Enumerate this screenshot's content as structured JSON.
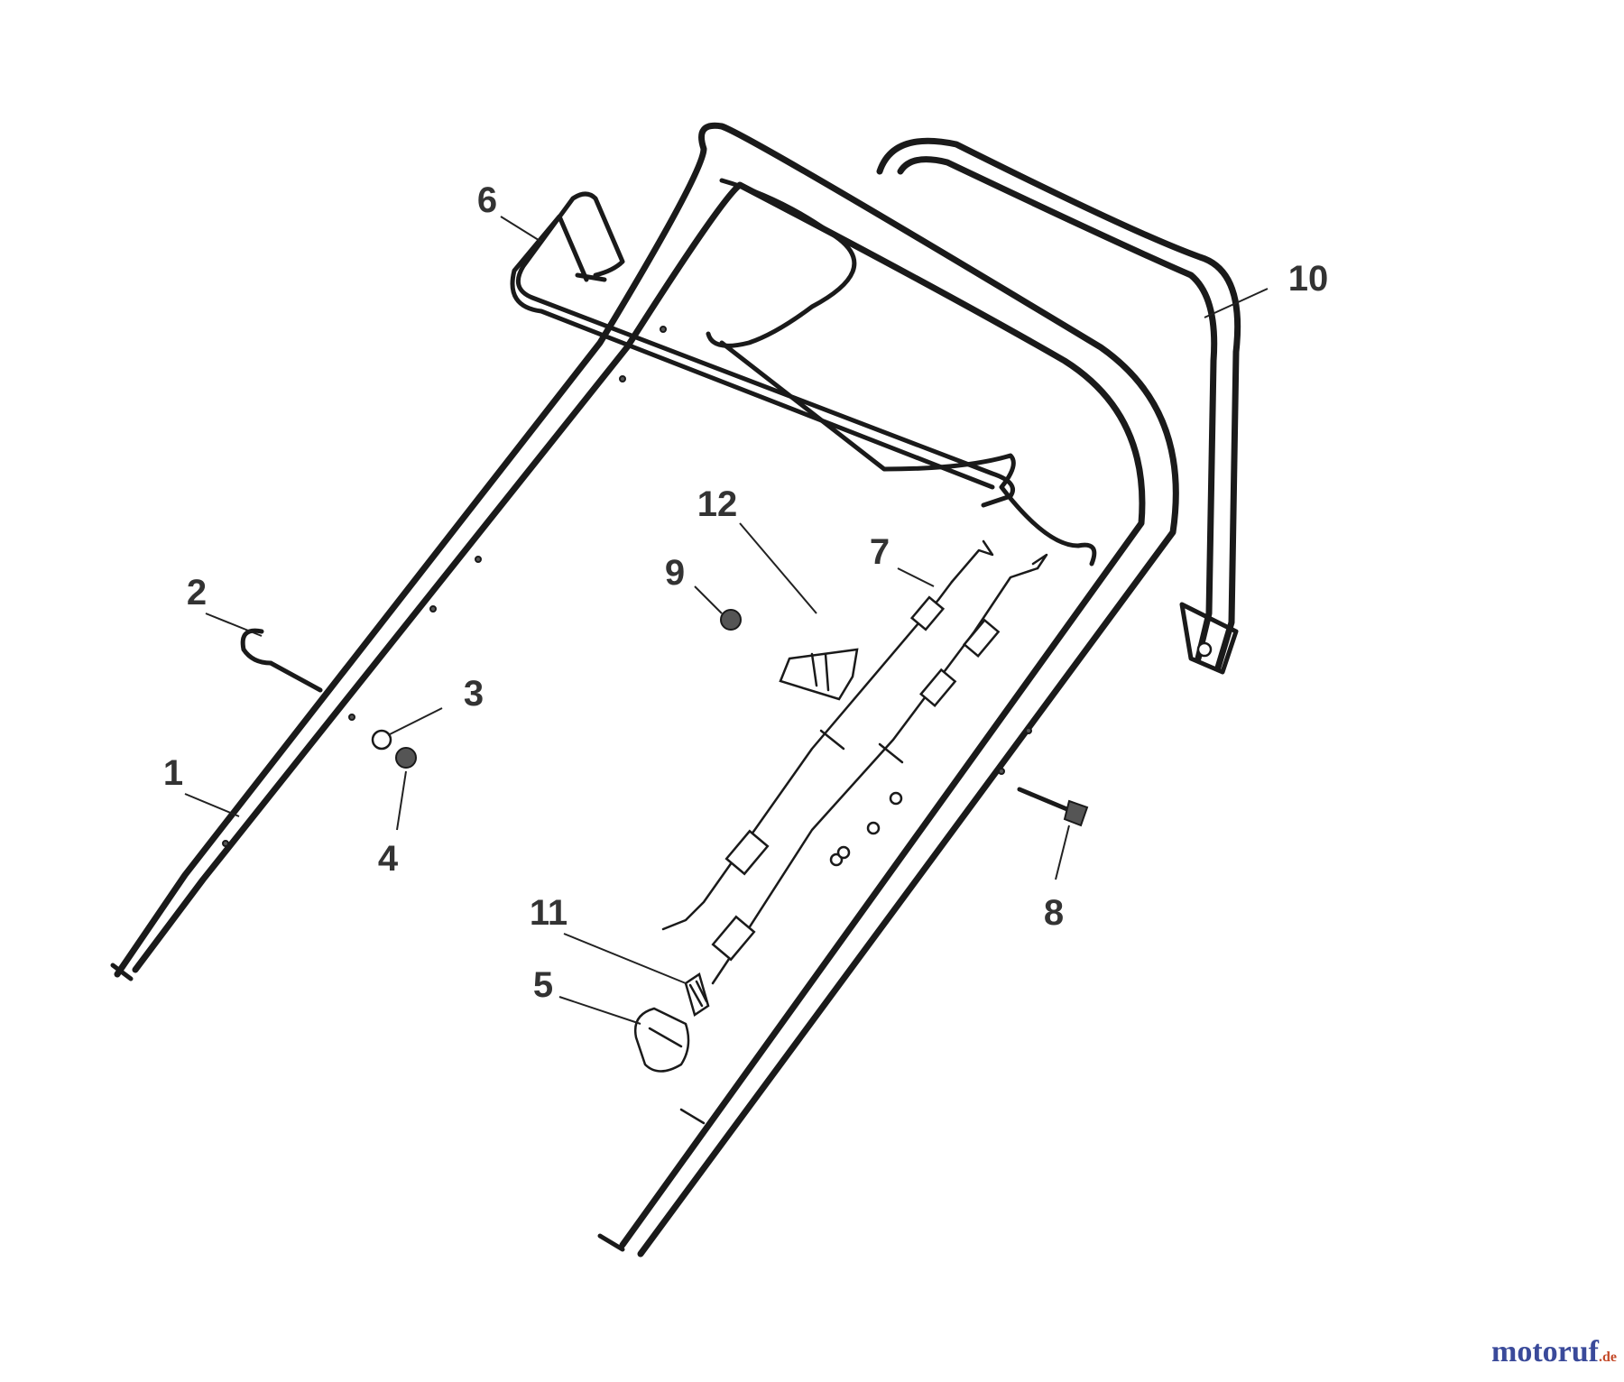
{
  "callouts": [
    {
      "id": "1",
      "label": "1"
    },
    {
      "id": "2",
      "label": "2"
    },
    {
      "id": "3",
      "label": "3"
    },
    {
      "id": "4",
      "label": "4"
    },
    {
      "id": "5",
      "label": "5"
    },
    {
      "id": "6",
      "label": "6"
    },
    {
      "id": "7",
      "label": "7"
    },
    {
      "id": "8",
      "label": "8"
    },
    {
      "id": "9",
      "label": "9"
    },
    {
      "id": "10",
      "label": "10"
    },
    {
      "id": "11",
      "label": "11"
    },
    {
      "id": "12",
      "label": "12"
    }
  ],
  "watermark": {
    "main": "motoruf",
    "tld": ".de"
  }
}
